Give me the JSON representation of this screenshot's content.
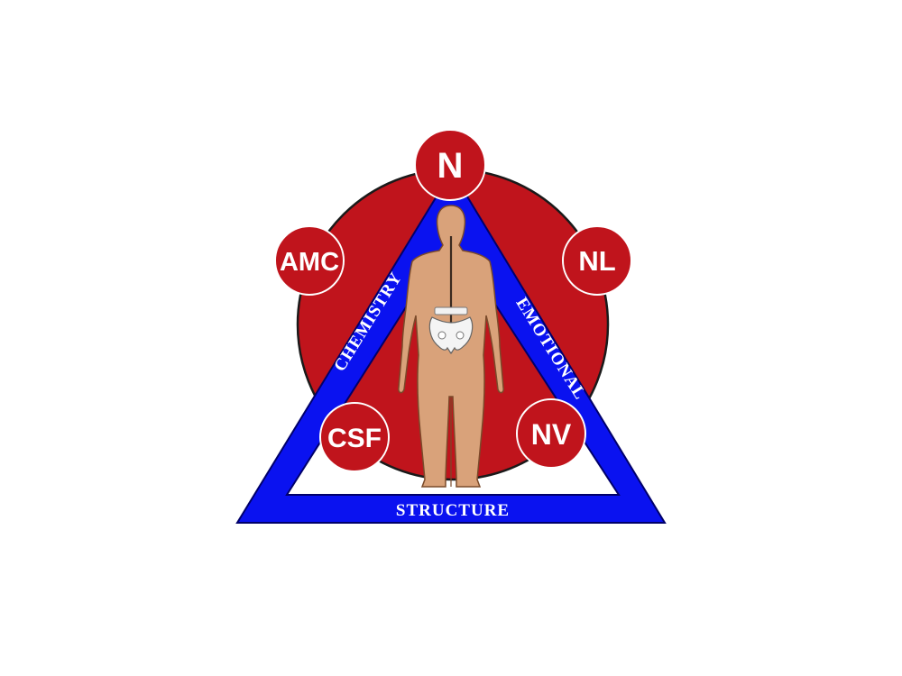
{
  "diagram": {
    "sides": {
      "left": "CHEMISTRY",
      "right": "EMOTIONAL",
      "bottom": "STRUCTURE"
    },
    "nodes": {
      "top": "N",
      "upper_left": "AMC",
      "upper_right": "NL",
      "lower_left": "CSF",
      "lower_right": "NV"
    }
  },
  "colors": {
    "triangle": "#0a12f0",
    "node_fill": "#c0141c",
    "node_text": "#ffffff",
    "circle_line": "#1a1a1a",
    "figure_skin": "#d9a27a",
    "figure_outline": "#7a4a2a"
  }
}
